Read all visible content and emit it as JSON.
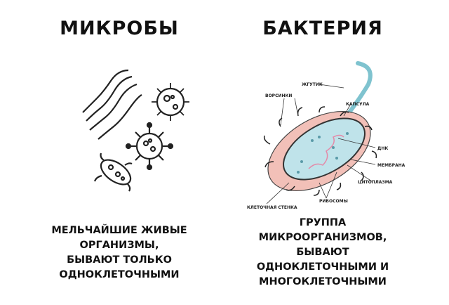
{
  "left": {
    "title": "МИКРОБЫ",
    "description": [
      "МЕЛЬЧАЙШИЕ ЖИВЫЕ",
      "ОРГАНИЗМЫ,",
      "БЫВАЮТ ТОЛЬКО",
      "ОДНОКЛЕТОЧНЫМИ"
    ]
  },
  "right": {
    "title": "БАКТЕРИЯ",
    "description": [
      "ГРУППА",
      "МИКРООРГАНИЗМОВ,",
      "БЫВАЮТ",
      "ОДНОКЛЕТОЧНЫМИ И",
      "МНОГОКЛЕТОЧНЫМИ"
    ],
    "labels": {
      "flagellum": "ЖГУТИК",
      "pili": "ВОРСИНКИ",
      "capsule": "КАПСУЛА",
      "dna": "ДНК",
      "membrane": "МЕМБРАНА",
      "cytoplasm": "ЦИТОПЛАЗМА",
      "ribosomes": "РИБОСОМЫ",
      "cell_wall": "КЛЕТОЧНАЯ СТЕНКА"
    }
  },
  "colors": {
    "capsule": "#f2c0b8",
    "cytoplasm": "#bfe3ea",
    "flagellum": "#7fc3cf",
    "dna": "#e48aa8"
  }
}
